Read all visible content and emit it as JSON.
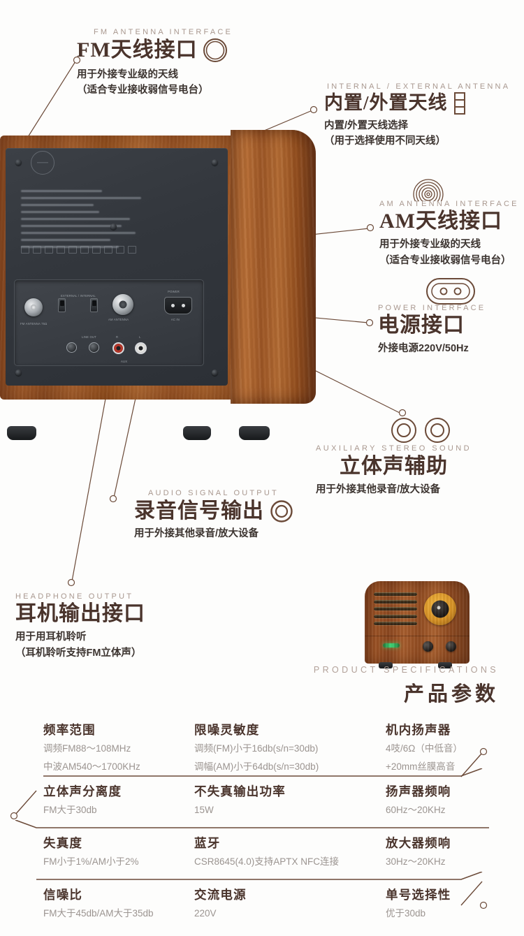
{
  "callouts": [
    {
      "id": "fm-antenna",
      "eyebrow": "FM ANTENNA INTERFACE",
      "title": "FM天线接口",
      "line1": "用于外接专业级的天线",
      "line2": "（适合专业接收弱信号电台）",
      "icon": "coax-ring-icon"
    },
    {
      "id": "internal-external-antenna",
      "eyebrow": "INTERNAL / EXTERNAL ANTENNA",
      "title": "内置/外置天线",
      "line1": "内置/外置天线选择",
      "line2": "（用于选择使用不同天线）",
      "icon": "slide-switch-icon"
    },
    {
      "id": "am-antenna",
      "eyebrow": "AM ANTENNA INTERFACE",
      "title": "AM天线接口",
      "line1": "用于外接专业级的天线",
      "line2": "（适合专业接收弱信号电台）",
      "icon": "concentric-coil-icon"
    },
    {
      "id": "power-interface",
      "eyebrow": "POWER INTERFACE",
      "title": "电源接口",
      "line1": "外接电源220V/50Hz",
      "line2": "",
      "icon": "power-socket-icon"
    },
    {
      "id": "auxiliary-stereo-sound",
      "eyebrow": "AUXILIARY STEREO SOUND",
      "title": "立体声辅助",
      "line1": "用于外接其他录音/放大设备",
      "line2": "",
      "icon": "dual-rca-icon"
    },
    {
      "id": "audio-signal-output",
      "eyebrow": "AUDIO SIGNAL OUTPUT",
      "title": "录音信号输出",
      "line1": "用于外接其他录音/放大设备",
      "line2": "",
      "icon": "single-rca-icon"
    },
    {
      "id": "headphone-output",
      "eyebrow": "HEADPHONE OUTPUT",
      "title": "耳机输出接口",
      "line1": "用于用耳机聆听",
      "line2": "（耳机聆听支持FM立体声）",
      "icon": ""
    }
  ],
  "spec_section": {
    "eyebrow": "PRODUCT SPECIFICATIONS",
    "title": "产品参数"
  },
  "specs": [
    {
      "c1": {
        "title": "频率范围",
        "v1": "调频FM88～108MHz",
        "v2": "中波AM540～1700KHz"
      },
      "c2": {
        "title": "限噪灵敏度",
        "v1": "调频(FM)小于16db(s/n=30db)",
        "v2": "调幅(AM)小于64db(s/n=30db)"
      },
      "c3": {
        "title": "机内扬声器",
        "v1": "4吱/6Ω（中低音）",
        "v2": "+20mm丝膜高音"
      }
    },
    {
      "c1": {
        "title": "立体声分离度",
        "v1": "FM大于30db",
        "v2": ""
      },
      "c2": {
        "title": "不失真输出功率",
        "v1": "15W",
        "v2": ""
      },
      "c3": {
        "title": "扬声器频响",
        "v1": "60Hz～20KHz",
        "v2": ""
      }
    },
    {
      "c1": {
        "title": "失真度",
        "v1": "FM小于1%/AM小于2%",
        "v2": ""
      },
      "c2": {
        "title": "蓝牙",
        "v1": "CSR8645(4.0)支持APTX NFC连接",
        "v2": ""
      },
      "c3": {
        "title": "放大器频响",
        "v1": "30Hz～20KHz",
        "v2": ""
      }
    },
    {
      "c1": {
        "title": "信噪比",
        "v1": "FM大于45db/AM大于35db",
        "v2": ""
      },
      "c2": {
        "title": "交流电源",
        "v1": "220V",
        "v2": ""
      },
      "c3": {
        "title": "单号选择性",
        "v1": "优于30db",
        "v2": ""
      }
    }
  ],
  "panel_labels": {
    "fm_ant": "FM ANTENNA\n75Ω",
    "ext_int": "EXTERNAL / INTERNAL",
    "am_ant": "AM ANTENNA",
    "power": "POWER",
    "ac_in": "AC IN",
    "line_out": "LINE OUT",
    "rca_l": "L",
    "rca_r": "R",
    "rca_group": "AUX"
  },
  "colors": {
    "heading": "#4a342c",
    "eyebrow": "#a9988f",
    "value": "#9b9490",
    "line": "#6b4a38",
    "background": "#fdfdfc"
  }
}
